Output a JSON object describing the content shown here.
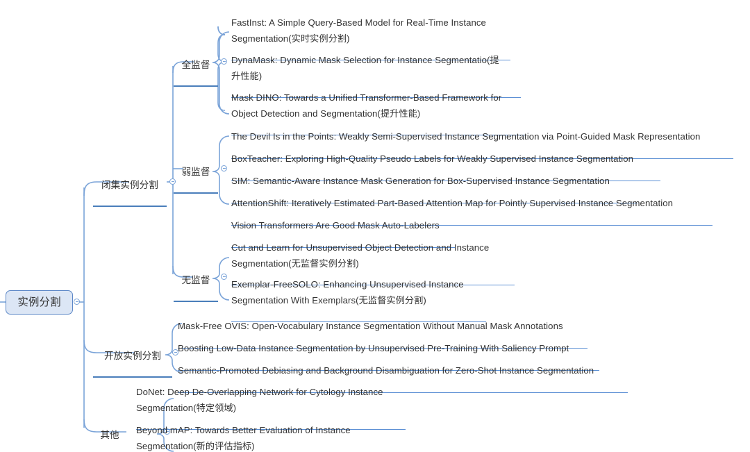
{
  "diagram": {
    "type": "mind-map",
    "title": "实例分割",
    "colors": {
      "root_fill": "#dce6f5",
      "root_border": "#5b87c7",
      "branch_line": "#7aa3d8",
      "category_underline": "#4a7ebb",
      "leaf_underline": "#5b8fd4",
      "text": "#333333",
      "background": "#ffffff"
    },
    "toggle_icon": "collapse-minus-circle-icon"
  },
  "root": {
    "label": "实例分割"
  },
  "branches": [
    {
      "id": "closed-set",
      "label": "闭集实例分割",
      "children": [
        {
          "id": "fully-supervised",
          "label": "全监督",
          "topics": [
            {
              "label": "FastInst: A Simple Query-Based Model for Real-Time Instance\nSegmentation(实时实例分割)"
            },
            {
              "label": "DynaMask: Dynamic Mask Selection for Instance Segmentatio(提\n升性能)"
            },
            {
              "label": "Mask DINO: Towards a Unified Transformer-Based Framework for\nObject Detection and Segmentation(提升性能)"
            }
          ]
        },
        {
          "id": "weakly-supervised",
          "label": "弱监督",
          "topics": [
            {
              "label": "The Devil Is in the Points: Weakly Semi-Supervised Instance Segmentation via Point-Guided Mask Representation"
            },
            {
              "label": "BoxTeacher: Exploring High-Quality Pseudo Labels for Weakly Supervised Instance Segmentation"
            },
            {
              "label": "SIM: Semantic-Aware Instance Mask Generation for Box-Supervised Instance Segmentation"
            },
            {
              "label": "AttentionShift: Iteratively Estimated Part-Based Attention Map for Pointly Supervised Instance Segmentation"
            },
            {
              "label": "Vision Transformers Are Good Mask Auto-Labelers"
            }
          ]
        },
        {
          "id": "unsupervised",
          "label": "无监督",
          "topics": [
            {
              "label": "Cut and Learn for Unsupervised Object Detection and Instance\nSegmentation(无监督实例分割)"
            },
            {
              "label": "Exemplar-FreeSOLO: Enhancing Unsupervised Instance\nSegmentation With Exemplars(无监督实例分割)"
            }
          ]
        }
      ]
    },
    {
      "id": "open-set",
      "label": "开放实例分割",
      "topics": [
        {
          "label": "Mask-Free OVIS: Open-Vocabulary Instance Segmentation Without Manual Mask Annotations"
        },
        {
          "label": "Boosting Low-Data Instance Segmentation by Unsupervised Pre-Training With Saliency Prompt"
        },
        {
          "label": "Semantic-Promoted Debiasing and Background Disambiguation for Zero-Shot Instance Segmentation"
        }
      ]
    },
    {
      "id": "other",
      "label": "其他",
      "topics": [
        {
          "label": "DoNet: Deep De-Overlapping Network for Cytology Instance\nSegmentation(特定领域)"
        },
        {
          "label": "Beyond mAP: Towards Better Evaluation of Instance\nSegmentation(新的评估指标)"
        }
      ]
    }
  ]
}
